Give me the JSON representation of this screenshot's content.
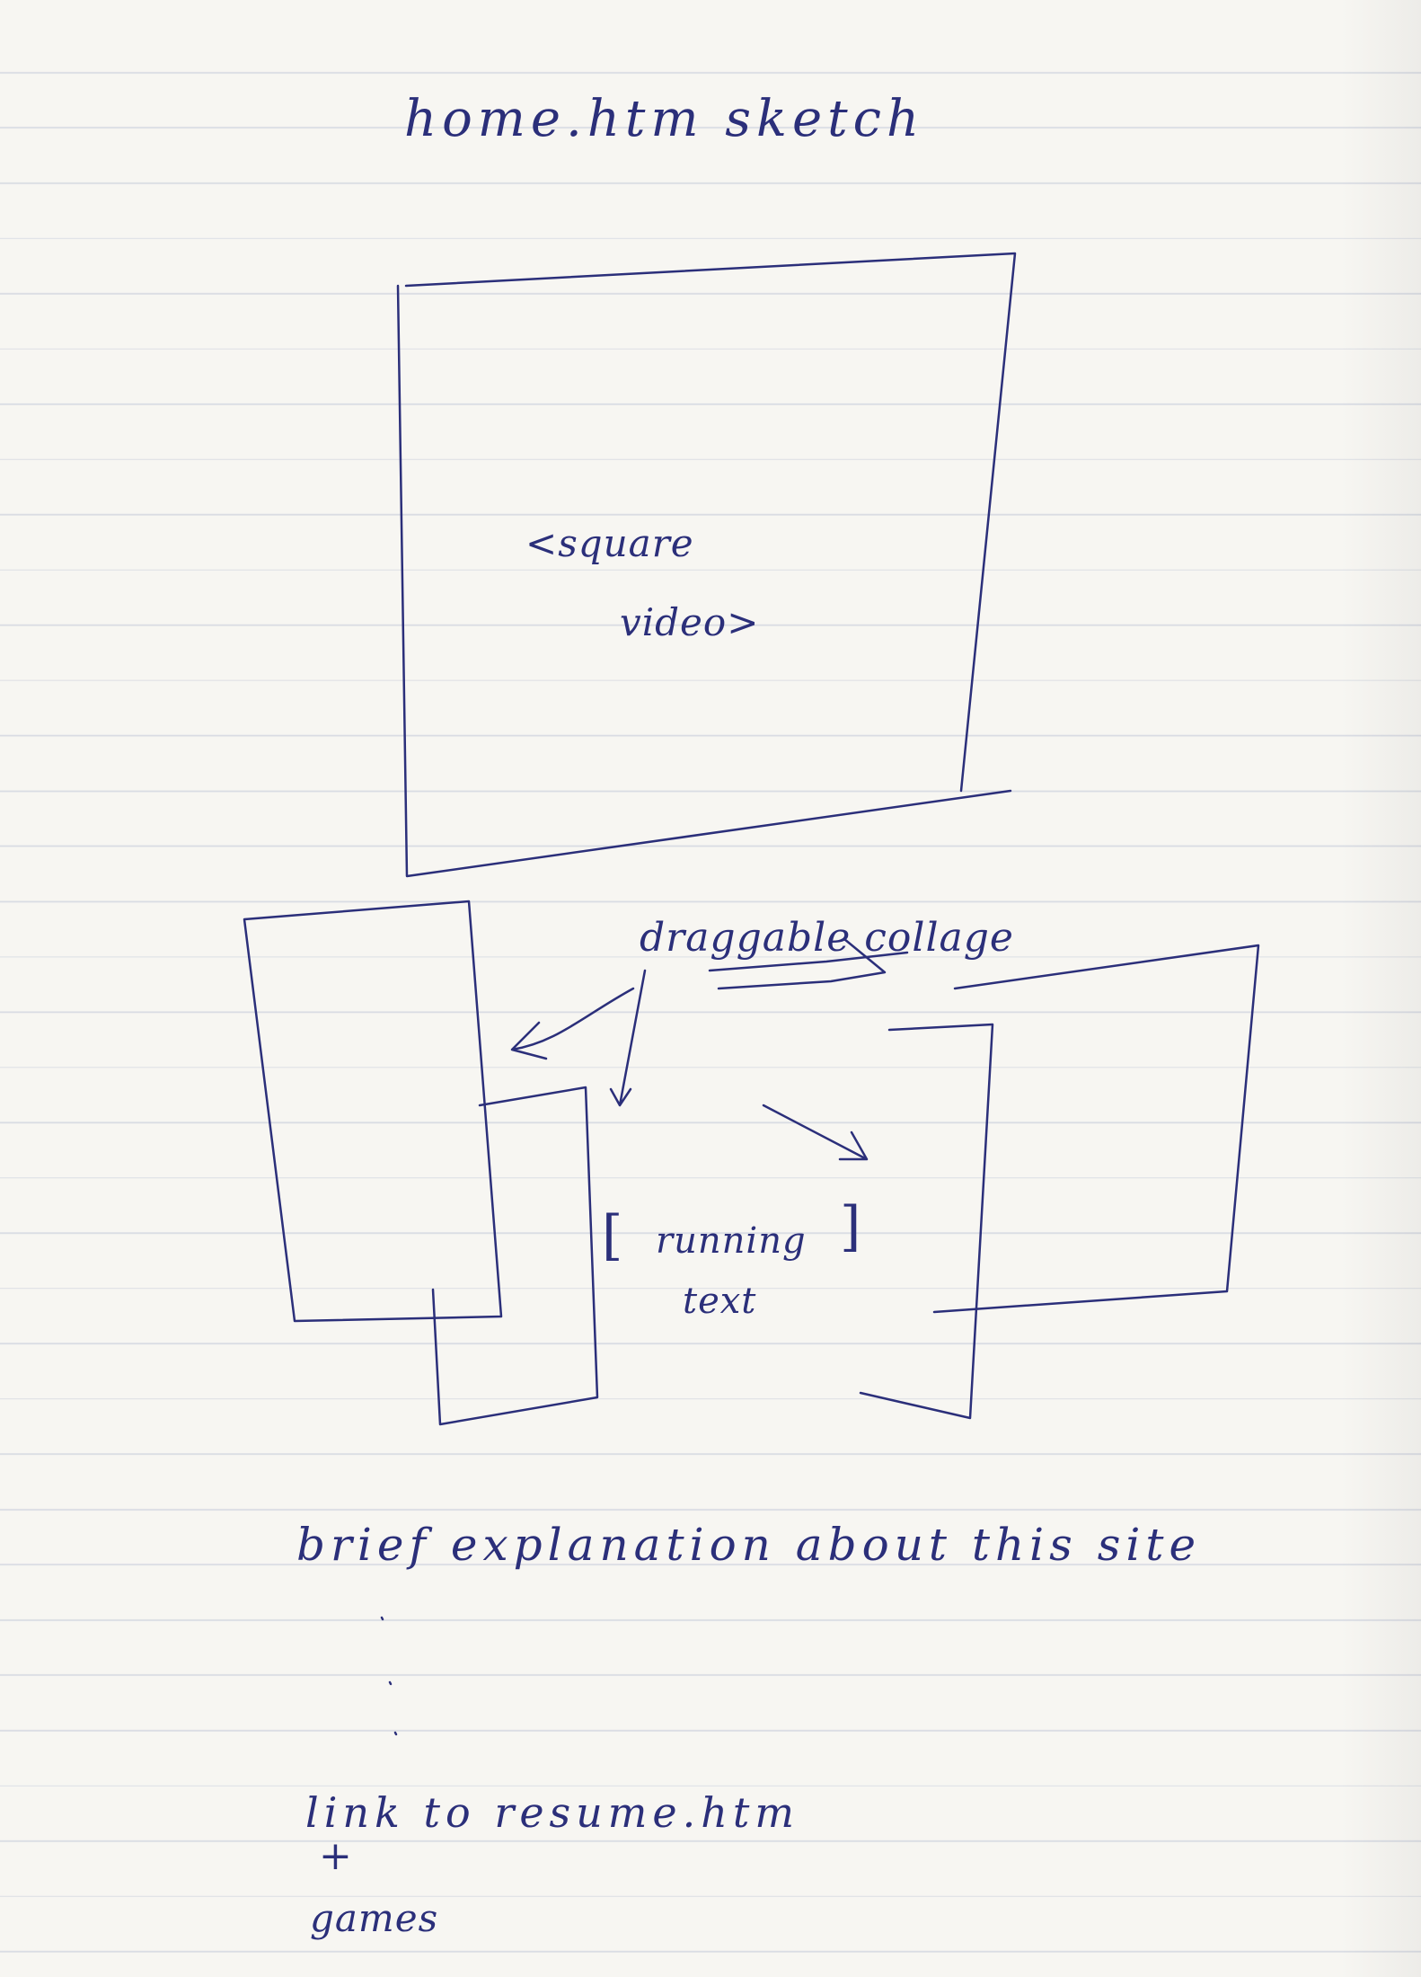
{
  "title": "home.htm sketch",
  "video_placeholder": {
    "line1": "<square",
    "line2": "video>"
  },
  "collage_label": "draggable collage",
  "running_text": {
    "open": "[",
    "line1": "running",
    "line2": "text",
    "close": "]"
  },
  "explanation": "brief explanation about this site",
  "link_text": "link to resume.htm",
  "link_plus": "+",
  "link_games": "games",
  "colors": {
    "ink": "#2b2f7a",
    "paper": "#f7f6f2",
    "rule": "#d9dce3"
  }
}
